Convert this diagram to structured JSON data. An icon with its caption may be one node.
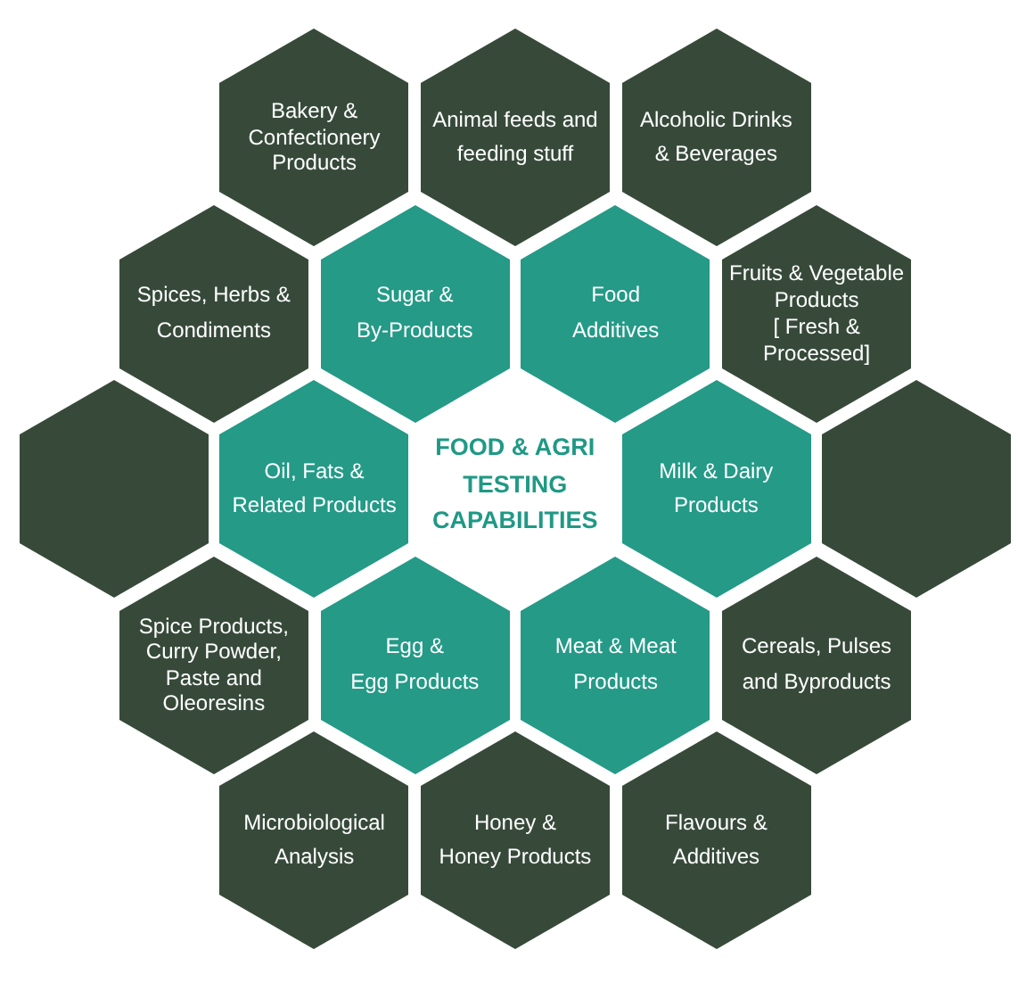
{
  "diagram": {
    "title": "FOOD & AGRI TESTING CAPABILITIES",
    "nodes": [
      {
        "text": [
          "Bakery & Confectionery Products"
        ]
      },
      {
        "text": [
          "Animal feeds and feeding stuff"
        ]
      },
      {
        "text": [
          "Alcoholic Drinks & Beverages"
        ]
      },
      {
        "text": [
          "Spices, Herbs & Condiments"
        ]
      },
      {
        "text": [
          "Sugar & By-Products"
        ]
      },
      {
        "text": [
          "Food Additives"
        ]
      },
      {
        "text": [
          "Fruits & Vegetable Products [ Fresh & Processed]"
        ]
      },
      {
        "text": [],
        "shape": "hexagon"
      },
      {
        "text": [
          "Oil, Fats & Related Products"
        ]
      },
      {
        "text": [
          "Milk & Dairy Products"
        ]
      },
      {
        "text": [],
        "shape": "hexagon"
      },
      {
        "text": [
          "Spice Products, Curry Powder, Paste and Oleoresins"
        ]
      },
      {
        "text": [
          "Egg & Egg Products"
        ]
      },
      {
        "text": [
          "Meat & Meat Products"
        ]
      },
      {
        "text": [
          "Cereals, Pulses and Byproducts"
        ]
      },
      {
        "text": [
          "Microbiological Analysis"
        ]
      },
      {
        "text": [
          "Honey & Honey Products"
        ]
      },
      {
        "text": [
          "Flavours & Additives"
        ]
      }
    ]
  }
}
